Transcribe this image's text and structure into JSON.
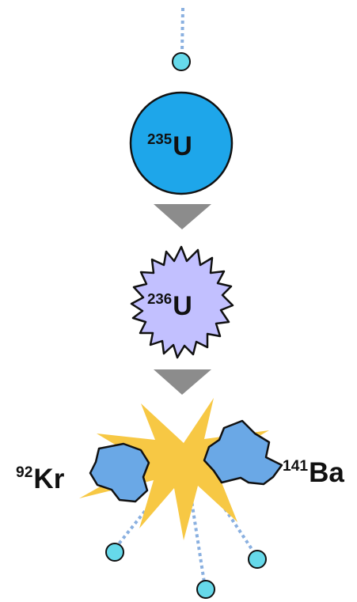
{
  "diagram": {
    "title": "",
    "steps": [
      {
        "id": "uranium-235",
        "mass_number": "235",
        "symbol": "U"
      },
      {
        "id": "uranium-236",
        "mass_number": "236",
        "symbol": "U"
      }
    ],
    "products": [
      {
        "id": "krypton-92",
        "mass_number": "92",
        "symbol": "Kr"
      },
      {
        "id": "barium-141",
        "mass_number": "141",
        "symbol": "Ba"
      }
    ],
    "neutrons_in": 1,
    "neutrons_out": 3,
    "colors": {
      "neutron": "#66d9ea",
      "uranium_235": "#1ea6ea",
      "uranium_236": "#c2c0ff",
      "fragment": "#6aa8e6",
      "burst": "#f7c844",
      "arrow": "#8c8c8c",
      "neutron_trail": "#8ab0e0"
    }
  }
}
